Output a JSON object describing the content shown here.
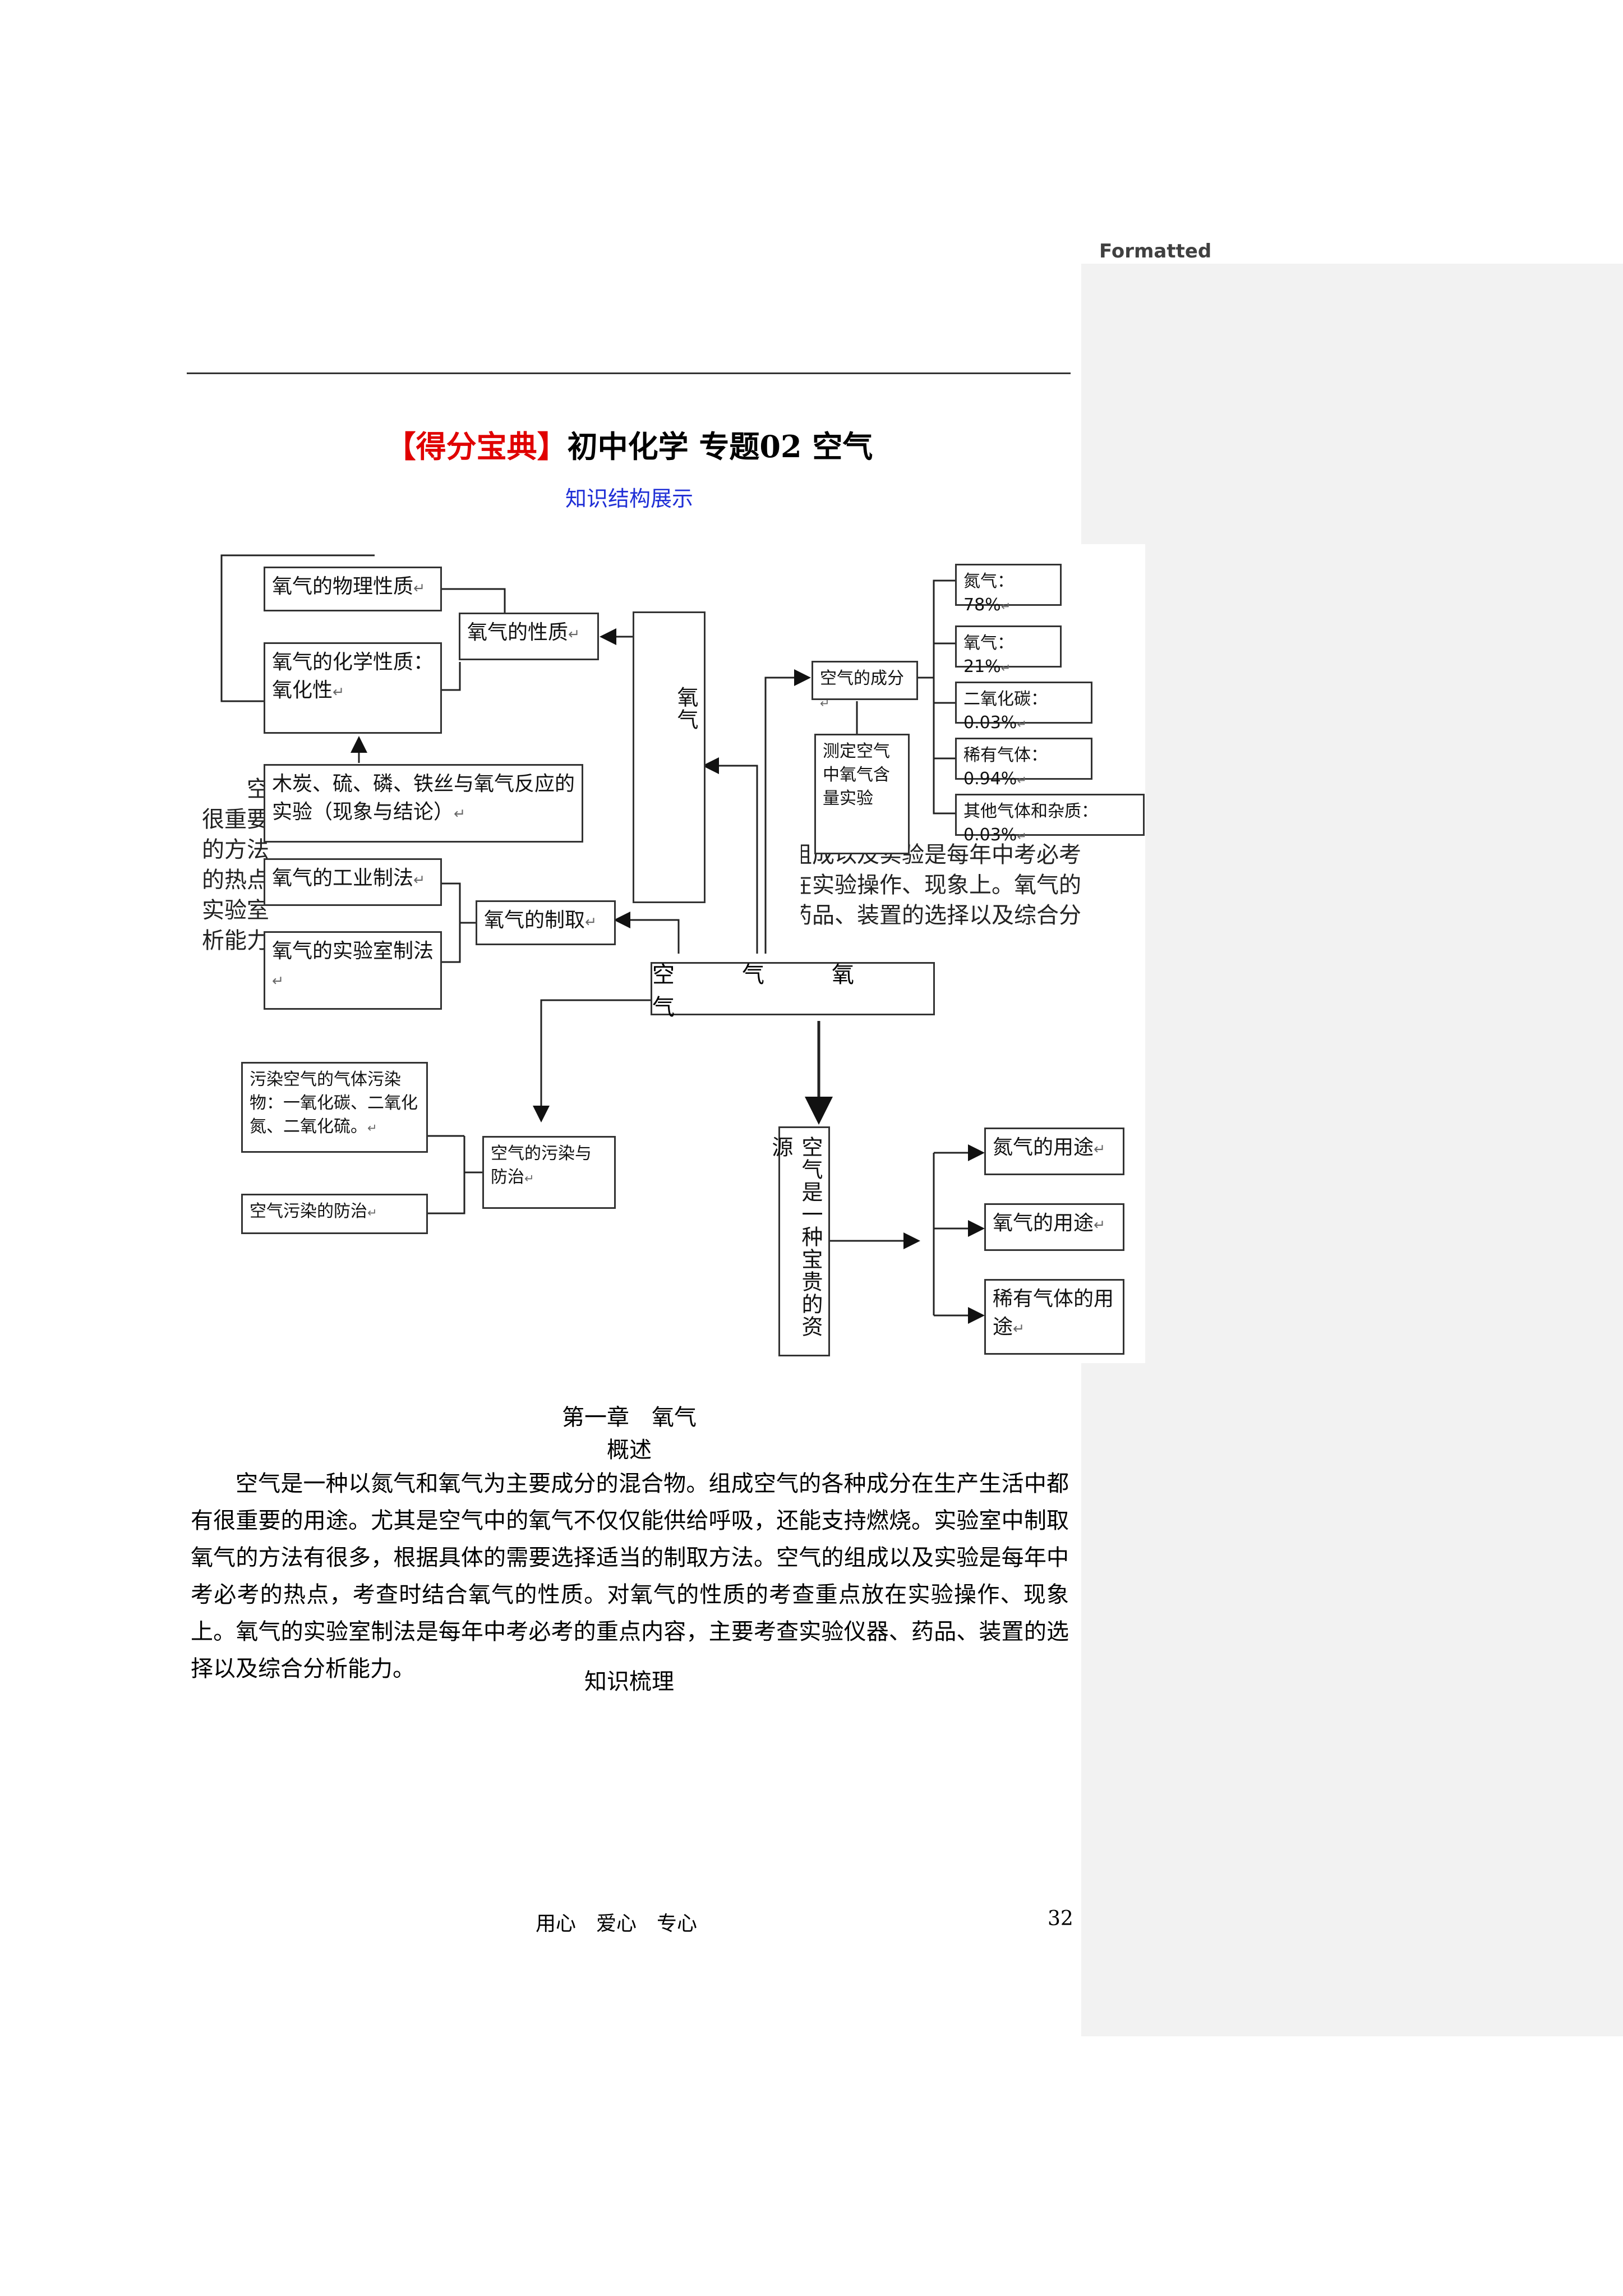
{
  "page": {
    "title_red": "【得分宝典】",
    "title_black": "初中化学 专题02 空气",
    "subtitle": "知识结构展示",
    "chapter": "第一章　氧气",
    "overview_title": "概述",
    "overview_text": "空气是一种以氮气和氧气为主要成分的混合物。组成空气的各种成分在生产生活中都有很重要的用途。尤其是空气中的氧气不仅仅能供给呼吸，还能支持燃烧。实验室中制取氧气的方法有很多，根据具体的需要选择适当的制取方法。空气的组成以及实验是每年中考必考的热点，考查时结合氧气的性质。对氧气的性质的考查重点放在实验操作、现象上。氧气的实验室制法是每年中考必考的重点内容，主要考查实验仪器、药品、装置的选择以及综合分析能力。",
    "knowledge_title": "知识梳理",
    "footer_motto": "用心　爱心　专心",
    "page_number": "32",
    "paragraph_mark": "↵",
    "comment_pane_label": "Formatted"
  },
  "diagram": {
    "center": "空　气　氧　气",
    "oxygen_vertical": "氧气",
    "o2_physical": "氧气的物理性质",
    "o2_chemical": "氧气的化学性质：氧化性",
    "experiments": "木炭、硫、磷、铁丝与氧气反应的实验（现象与结论）",
    "o2_properties": "氧气的性质",
    "o2_industrial": "氧气的工业制法",
    "o2_lab": "氧气的实验室制法",
    "o2_preparation": "氧气的制取",
    "air_composition": "空气的成分",
    "measure_o2": "测定空气中氧气含量实验",
    "nitrogen": "氮气：78%",
    "oxygen": "氧气：21%",
    "co2": "二氧化碳：0.03%",
    "noble": "稀有气体：0.94%",
    "others": "其他气体和杂质：0.03%",
    "pollutants": "污染空气的气体污染物：一氧化碳、二氧化氮、二氧化硫。",
    "pollution_prevention": "空气污染的防治",
    "pollution_and_prevention": "空气的污染与防治",
    "air_resource": "空气是一种宝贵的资源",
    "n2_use": "氮气的用途",
    "o2_use": "氧气的用途",
    "noble_use": "稀有气体的用途",
    "bleed_left": [
      "空",
      "很重要",
      "的方法",
      "的热点",
      "实验室",
      "析能力"
    ],
    "bleed_right": [
      "的组成以及实验是每年中考必考",
      "在实验操作、现象上。氧气的",
      "药品、装置的选择以及综合分"
    ]
  }
}
